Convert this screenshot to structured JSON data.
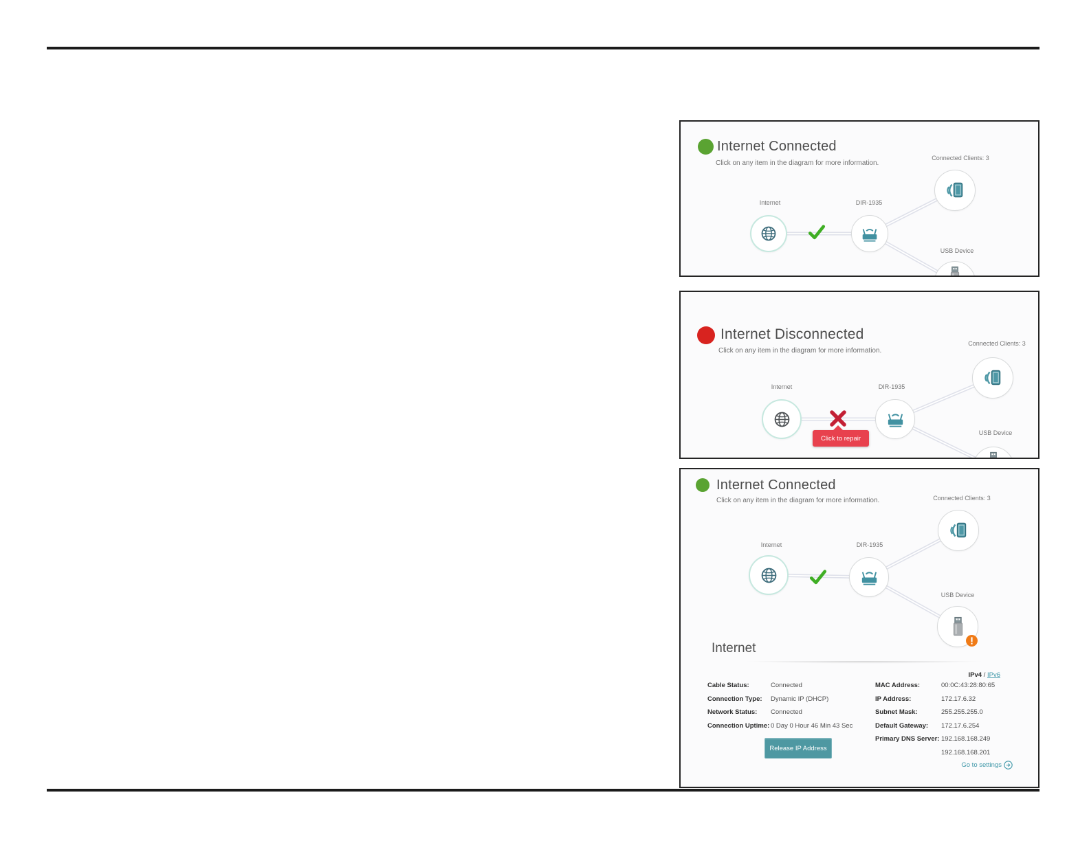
{
  "colors": {
    "status_green": "#5aa332",
    "status_red": "#d8231f",
    "icon_teal": "#4191a1",
    "link_teal": "#3e97a8",
    "repair_red": "#e8414e",
    "check_green": "#3fae24",
    "x_red": "#c32035",
    "alert_orange": "#f07b17"
  },
  "panels": [
    {
      "status_label": "Internet Connected",
      "subtitle": "Click on any item in the diagram for more information.",
      "diagram": {
        "internet_label": "Internet",
        "router_label": "DIR-1935",
        "clients_label": "Connected Clients: 3",
        "usb_label": "USB Device"
      }
    },
    {
      "status_label": "Internet Disconnected",
      "subtitle": "Click on any item in the diagram for more information.",
      "repair_button_label": "Click to repair",
      "diagram": {
        "internet_label": "Internet",
        "router_label": "DIR-1935",
        "clients_label": "Connected Clients: 3",
        "usb_label": "USB Device"
      }
    },
    {
      "status_label": "Internet Connected",
      "subtitle": "Click on any item in the diagram for more information.",
      "diagram": {
        "internet_label": "Internet",
        "router_label": "DIR-1935",
        "clients_label": "Connected Clients: 3",
        "usb_label": "USB Device"
      },
      "details": {
        "section_title": "Internet",
        "ip_version_toggle": {
          "active": "IPv4",
          "separator": "/",
          "link": "IPv6"
        },
        "left_rows": [
          {
            "label": "Cable Status:",
            "value": "Connected"
          },
          {
            "label": "Connection Type:",
            "value": "Dynamic IP (DHCP)"
          },
          {
            "label": "Network Status:",
            "value": "Connected"
          },
          {
            "label": "Connection Uptime:",
            "value": "0 Day 0 Hour 46 Min 43 Sec"
          }
        ],
        "right_rows": [
          {
            "label": "MAC Address:",
            "value": "00:0C:43:28:80:65"
          },
          {
            "label": "IP Address:",
            "value": "172.17.6.32"
          },
          {
            "label": "Subnet Mask:",
            "value": "255.255.255.0"
          },
          {
            "label": "Default Gateway:",
            "value": "172.17.6.254"
          },
          {
            "label": "Primary DNS Server:",
            "value": "192.168.168.249"
          },
          {
            "label": "",
            "value": "192.168.168.201"
          }
        ],
        "release_button_label": "Release IP Address",
        "settings_link_label": "Go to settings"
      }
    }
  ]
}
